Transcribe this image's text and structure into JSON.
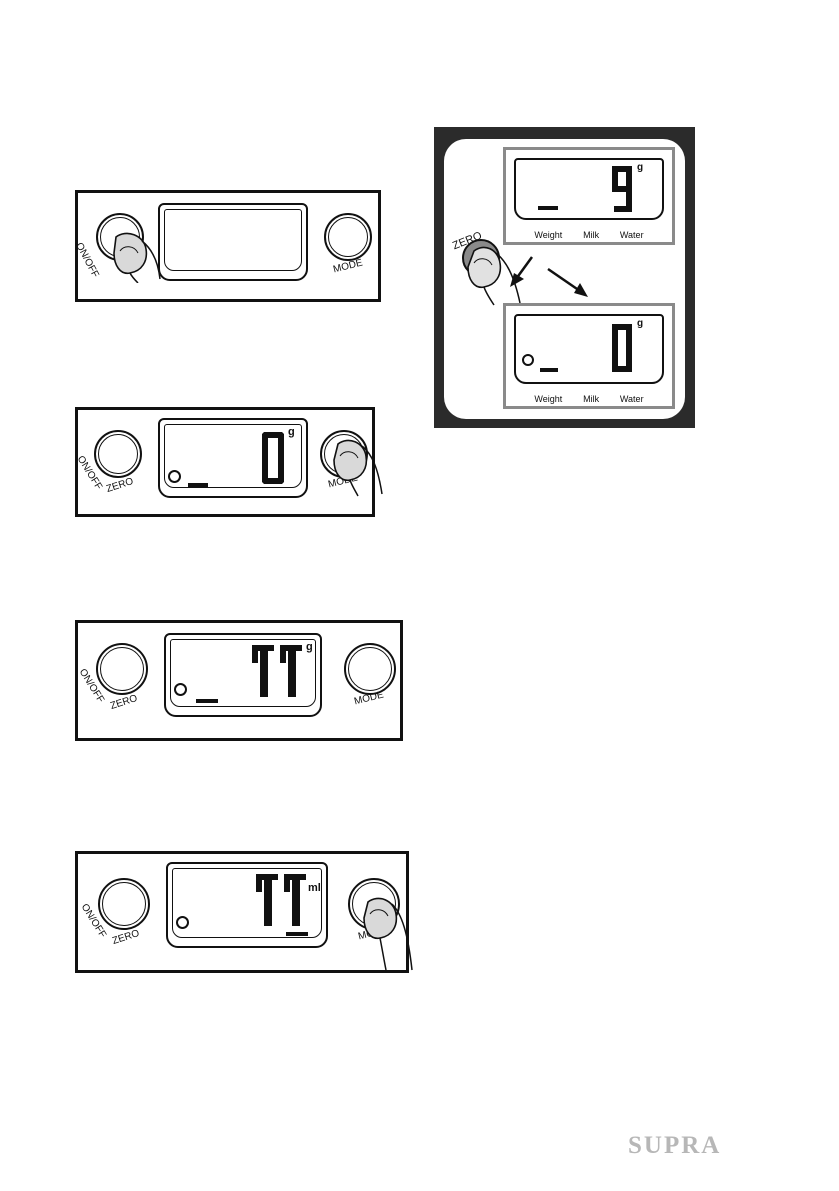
{
  "panels": [
    {
      "on_off_label": "ON/OFF",
      "zero_label": "",
      "mode_label": "MODE",
      "reading": "",
      "unit": ""
    },
    {
      "on_off_label": "ON/OFF",
      "zero_label": "ZERO",
      "mode_label": "MODE",
      "reading": "0",
      "unit": "g"
    },
    {
      "on_off_label": "ON/OFF",
      "zero_label": "ZERO",
      "mode_label": "MODE",
      "reading": "77",
      "unit": "g"
    },
    {
      "on_off_label": "ON/OFF",
      "zero_label": "ZERO",
      "mode_label": "MODE",
      "reading": "77",
      "unit": "ml"
    }
  ],
  "inset": {
    "zero_label": "ZERO",
    "before": {
      "reading": "9",
      "unit": "g"
    },
    "after": {
      "reading": "0",
      "unit": "g"
    },
    "mode_labels": [
      "Weight",
      "Milk",
      "Water"
    ]
  },
  "brand": "SUPRA"
}
